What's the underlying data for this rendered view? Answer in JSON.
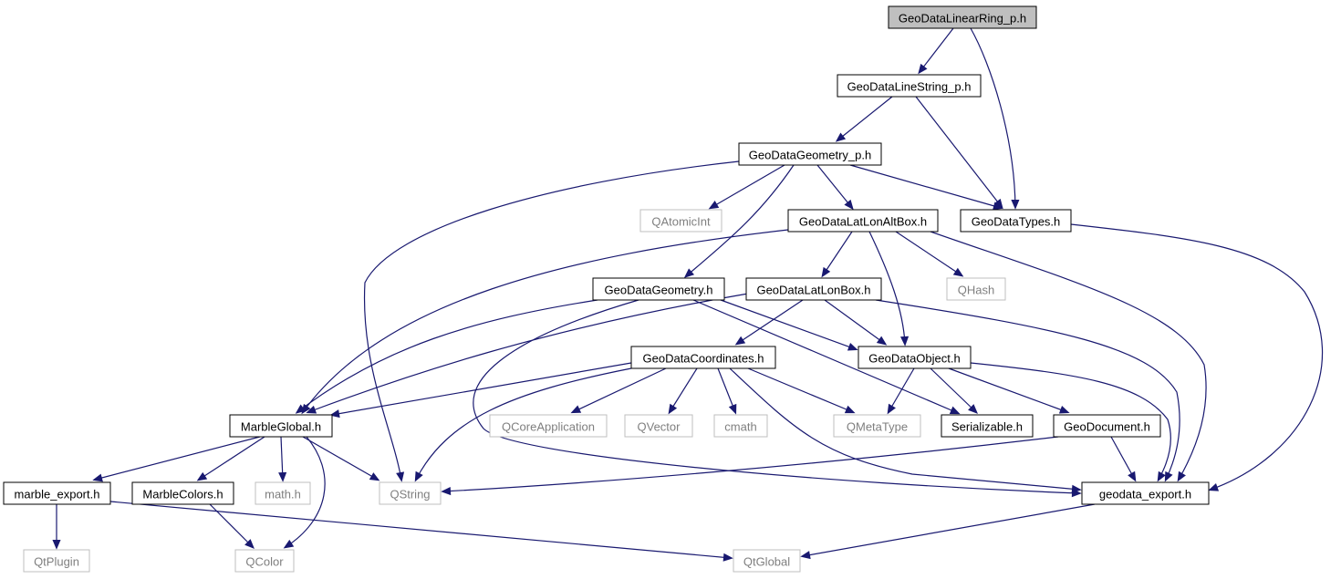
{
  "colors": {
    "edge": "#191970",
    "internal_border": "#000000",
    "external_border": "#bfbfbf",
    "external_text": "#7f7f7f",
    "root_fill": "#bfbfbf"
  },
  "nodes": [
    {
      "id": "linearring_p",
      "label": "GeoDataLinearRing_p.h",
      "kind": "root"
    },
    {
      "id": "linestring_p",
      "label": "GeoDataLineString_p.h",
      "kind": "internal"
    },
    {
      "id": "geometry_p",
      "label": "GeoDataGeometry_p.h",
      "kind": "internal"
    },
    {
      "id": "qatomicint",
      "label": "QAtomicInt",
      "kind": "external"
    },
    {
      "id": "latlonaltbox",
      "label": "GeoDataLatLonAltBox.h",
      "kind": "internal"
    },
    {
      "id": "types",
      "label": "GeoDataTypes.h",
      "kind": "internal"
    },
    {
      "id": "geometry",
      "label": "GeoDataGeometry.h",
      "kind": "internal"
    },
    {
      "id": "latlonbox",
      "label": "GeoDataLatLonBox.h",
      "kind": "internal"
    },
    {
      "id": "qhash",
      "label": "QHash",
      "kind": "external"
    },
    {
      "id": "coordinates",
      "label": "GeoDataCoordinates.h",
      "kind": "internal"
    },
    {
      "id": "object",
      "label": "GeoDataObject.h",
      "kind": "internal"
    },
    {
      "id": "marbleglobal",
      "label": "MarbleGlobal.h",
      "kind": "internal"
    },
    {
      "id": "qcoreapp",
      "label": "QCoreApplication",
      "kind": "external"
    },
    {
      "id": "qvector",
      "label": "QVector",
      "kind": "external"
    },
    {
      "id": "cmath",
      "label": "cmath",
      "kind": "external"
    },
    {
      "id": "qmetatype",
      "label": "QMetaType",
      "kind": "external"
    },
    {
      "id": "serializable",
      "label": "Serializable.h",
      "kind": "internal"
    },
    {
      "id": "geodocument",
      "label": "GeoDocument.h",
      "kind": "internal"
    },
    {
      "id": "marble_export",
      "label": "marble_export.h",
      "kind": "internal"
    },
    {
      "id": "marblecolors",
      "label": "MarbleColors.h",
      "kind": "internal"
    },
    {
      "id": "math",
      "label": "math.h",
      "kind": "external"
    },
    {
      "id": "qstring",
      "label": "QString",
      "kind": "external"
    },
    {
      "id": "geodata_export",
      "label": "geodata_export.h",
      "kind": "internal"
    },
    {
      "id": "qtplugin",
      "label": "QtPlugin",
      "kind": "external"
    },
    {
      "id": "qcolor",
      "label": "QColor",
      "kind": "external"
    },
    {
      "id": "qtglobal",
      "label": "QtGlobal",
      "kind": "external"
    }
  ],
  "edges": [
    {
      "from": "linearring_p",
      "to": "linestring_p"
    },
    {
      "from": "linearring_p",
      "to": "types"
    },
    {
      "from": "linestring_p",
      "to": "geometry_p"
    },
    {
      "from": "linestring_p",
      "to": "types"
    },
    {
      "from": "geometry_p",
      "to": "qatomicint"
    },
    {
      "from": "geometry_p",
      "to": "latlonaltbox"
    },
    {
      "from": "geometry_p",
      "to": "types"
    },
    {
      "from": "geometry_p",
      "to": "geometry"
    },
    {
      "from": "geometry_p",
      "to": "qstring"
    },
    {
      "from": "latlonaltbox",
      "to": "latlonbox"
    },
    {
      "from": "latlonaltbox",
      "to": "qhash"
    },
    {
      "from": "latlonaltbox",
      "to": "object"
    },
    {
      "from": "latlonaltbox",
      "to": "marbleglobal"
    },
    {
      "from": "latlonaltbox",
      "to": "geodata_export"
    },
    {
      "from": "types",
      "to": "geodata_export"
    },
    {
      "from": "geometry",
      "to": "object"
    },
    {
      "from": "geometry",
      "to": "marbleglobal"
    },
    {
      "from": "geometry",
      "to": "serializable"
    },
    {
      "from": "geometry",
      "to": "geodata_export"
    },
    {
      "from": "latlonbox",
      "to": "coordinates"
    },
    {
      "from": "latlonbox",
      "to": "object"
    },
    {
      "from": "latlonbox",
      "to": "marbleglobal"
    },
    {
      "from": "latlonbox",
      "to": "geodata_export"
    },
    {
      "from": "coordinates",
      "to": "marbleglobal"
    },
    {
      "from": "coordinates",
      "to": "qcoreapp"
    },
    {
      "from": "coordinates",
      "to": "qvector"
    },
    {
      "from": "coordinates",
      "to": "cmath"
    },
    {
      "from": "coordinates",
      "to": "qmetatype"
    },
    {
      "from": "coordinates",
      "to": "qstring"
    },
    {
      "from": "coordinates",
      "to": "geodata_export"
    },
    {
      "from": "object",
      "to": "qmetatype"
    },
    {
      "from": "object",
      "to": "serializable"
    },
    {
      "from": "object",
      "to": "geodocument"
    },
    {
      "from": "object",
      "to": "geodata_export"
    },
    {
      "from": "geodocument",
      "to": "qstring"
    },
    {
      "from": "geodocument",
      "to": "geodata_export"
    },
    {
      "from": "marbleglobal",
      "to": "marble_export"
    },
    {
      "from": "marbleglobal",
      "to": "marblecolors"
    },
    {
      "from": "marbleglobal",
      "to": "math"
    },
    {
      "from": "marbleglobal",
      "to": "qstring"
    },
    {
      "from": "marbleglobal",
      "to": "qcolor"
    },
    {
      "from": "marble_export",
      "to": "qtplugin"
    },
    {
      "from": "marble_export",
      "to": "qtglobal"
    },
    {
      "from": "marblecolors",
      "to": "qcolor"
    },
    {
      "from": "geodata_export",
      "to": "qtglobal"
    }
  ]
}
